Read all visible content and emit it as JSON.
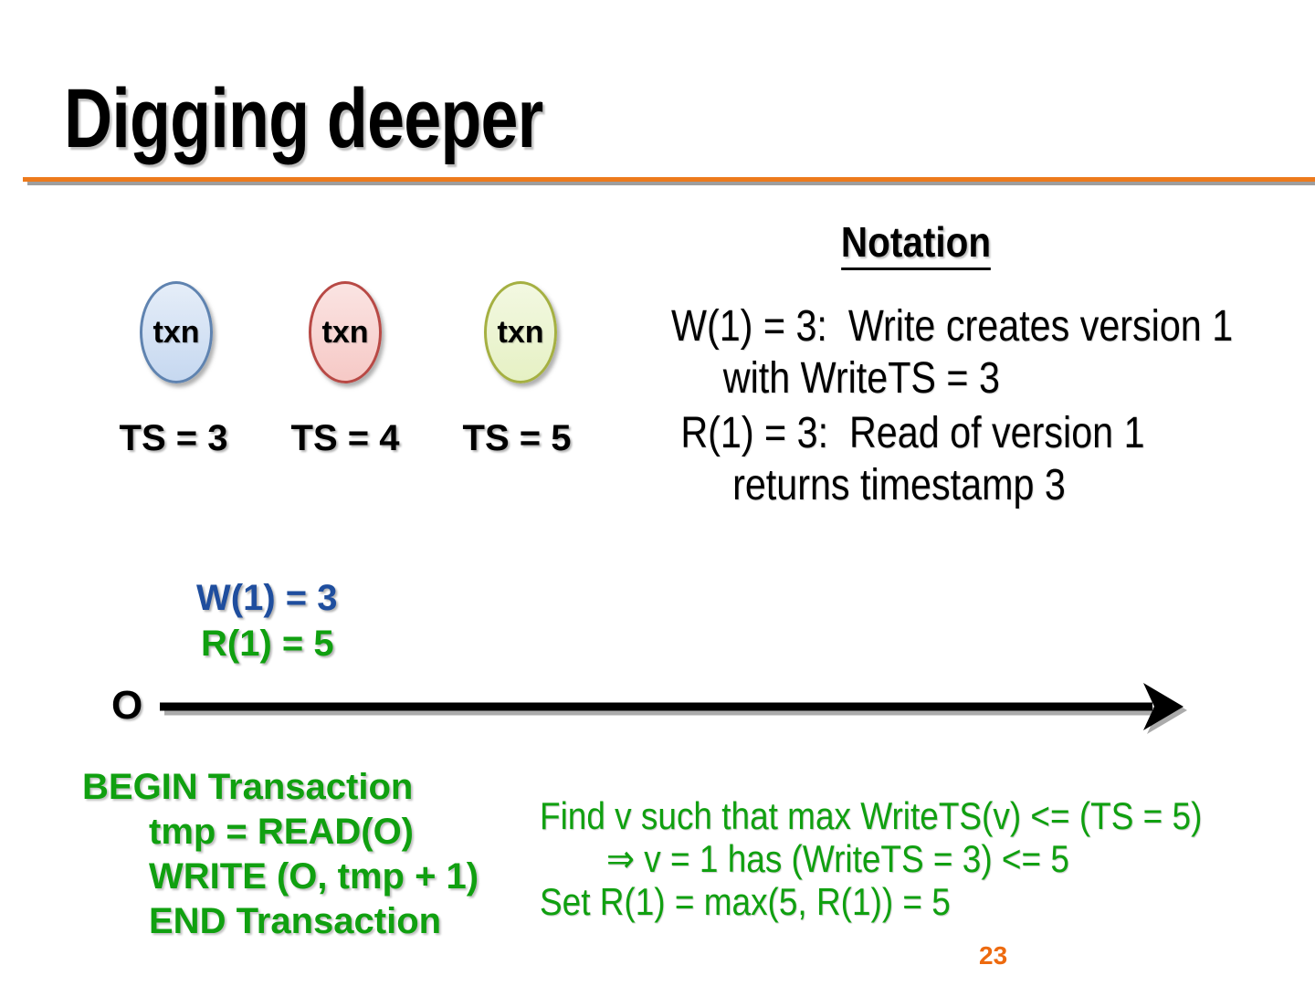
{
  "slide": {
    "title": "Digging deeper",
    "page_number": "23"
  },
  "colors": {
    "accent_orange": "#ED7A1C",
    "rule_shadow": "#9E9E9E",
    "page_number_orange": "#ED6A0F",
    "write_blue": "#1F4E9E",
    "txn_green": "#10A010",
    "blue_ellipse_fill": "#C6D8F0",
    "blue_ellipse_border": "#5F83B0",
    "red_ellipse_fill": "#F6C9C6",
    "red_ellipse_border": "#B84945",
    "green_ellipse_fill": "#E6F1C4",
    "green_ellipse_border": "#A5B042"
  },
  "transactions": [
    {
      "label": "txn",
      "ts_label": "TS = 3"
    },
    {
      "label": "txn",
      "ts_label": "TS = 4"
    },
    {
      "label": "txn",
      "ts_label": "TS = 5"
    }
  ],
  "notation": {
    "heading": "Notation",
    "items": [
      {
        "line1": "W(1) = 3:  Write creates version 1",
        "line2": "with WriteTS = 3"
      },
      {
        "line1": "R(1) = 3:  Read of version 1",
        "line2": "returns timestamp 3"
      }
    ]
  },
  "timeline": {
    "object_label": "O",
    "write_label": "W(1) = 3",
    "read_label": "R(1) = 5"
  },
  "code": {
    "lines": [
      "BEGIN Transaction",
      "tmp = READ(O)",
      "WRITE (O, tmp + 1)",
      "END Transaction"
    ]
  },
  "explanation": {
    "lines": [
      "Find v such that max WriteTS(v) <= (TS = 5)",
      "⇒ v = 1 has (WriteTS = 3) <= 5",
      "Set R(1) = max(5, R(1)) = 5"
    ]
  }
}
